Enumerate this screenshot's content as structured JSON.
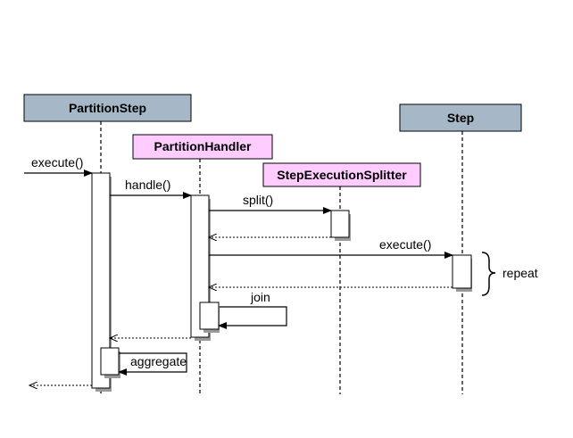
{
  "participants": {
    "partition_step": "PartitionStep",
    "partition_handler": "PartitionHandler",
    "splitter": "StepExecutionSplitter",
    "step": "Step"
  },
  "messages": {
    "execute_in": "execute()",
    "handle": "handle()",
    "split": "split()",
    "execute_step": "execute()",
    "join": "join",
    "aggregate": "aggregate"
  },
  "annotations": {
    "repeat": "repeat"
  },
  "colors": {
    "participant_gray": "#a6b8c8",
    "participant_pink": "#ffccff",
    "line": "#000000"
  }
}
